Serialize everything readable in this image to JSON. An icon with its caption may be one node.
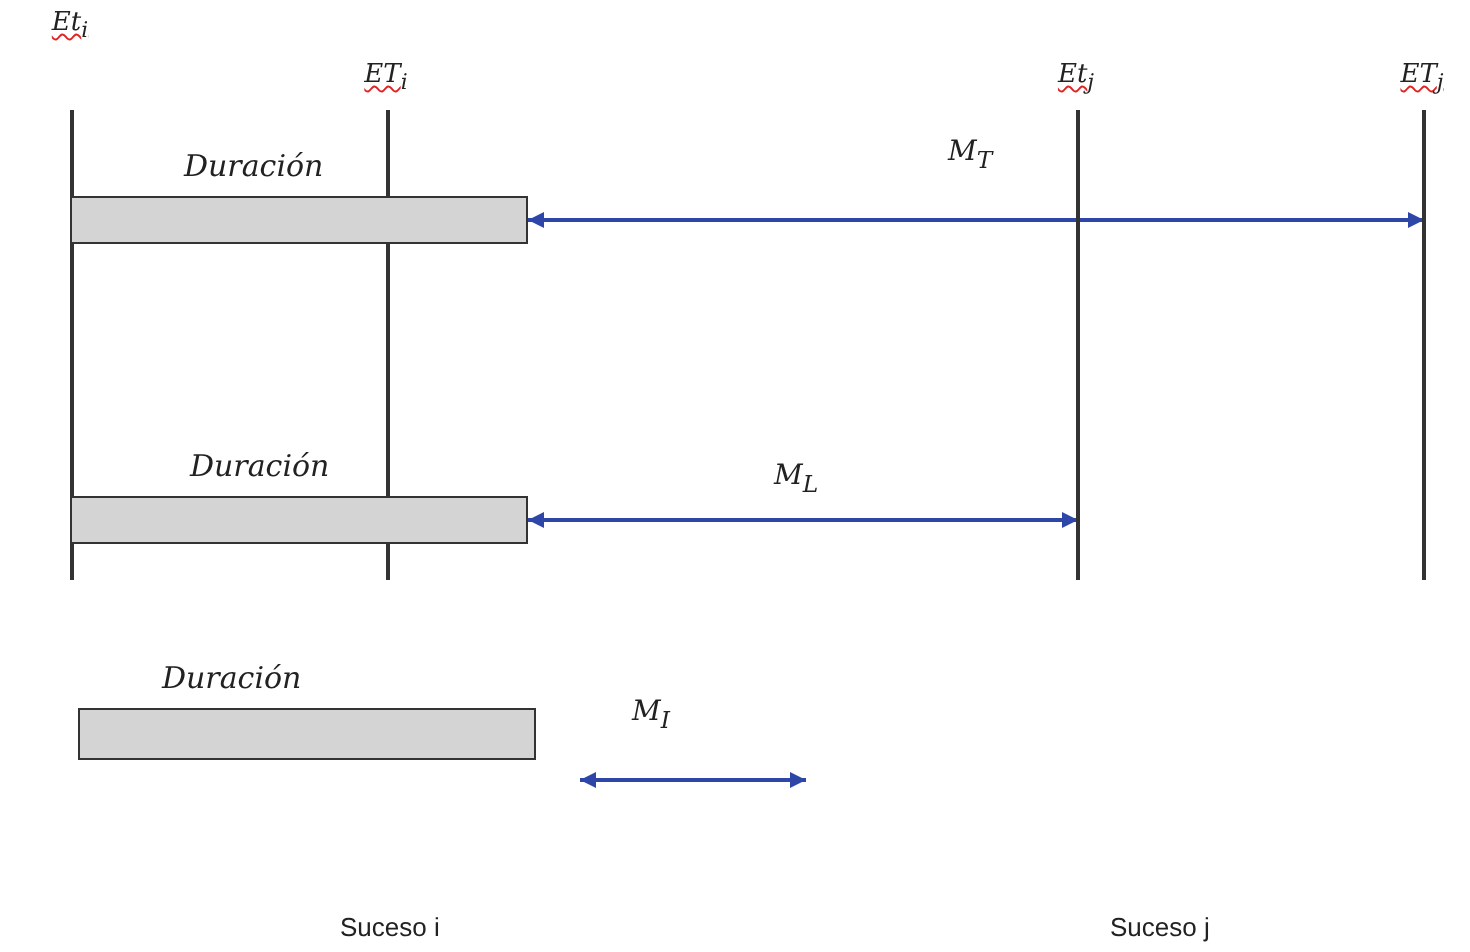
{
  "diagram": {
    "nodes": [
      {
        "text": [
          "Et$_{i}$"
        ]
      },
      {
        "text": [
          "ET$_{i}$"
        ]
      },
      {
        "text": [
          "Et$_{j}$"
        ]
      },
      {
        "text": [
          "ET$_{j}$"
        ]
      },
      {
        "text": [
          "Duración"
        ]
      },
      {
        "text": [
          "Duración"
        ]
      },
      {
        "text": [
          "Duración"
        ]
      }
    ],
    "edges": [
      {
        "from": 4,
        "to": 3,
        "arrow": "both",
        "label": "M$_{T}$",
        "color": "#2e46a8"
      },
      {
        "from": 5,
        "to": 2,
        "arrow": "both",
        "label": "M$_{L}$",
        "color": "#2e46a8"
      }
    ],
    "labels": [
      "M$_{I}$",
      "Suceso i",
      "Suceso j"
    ]
  }
}
